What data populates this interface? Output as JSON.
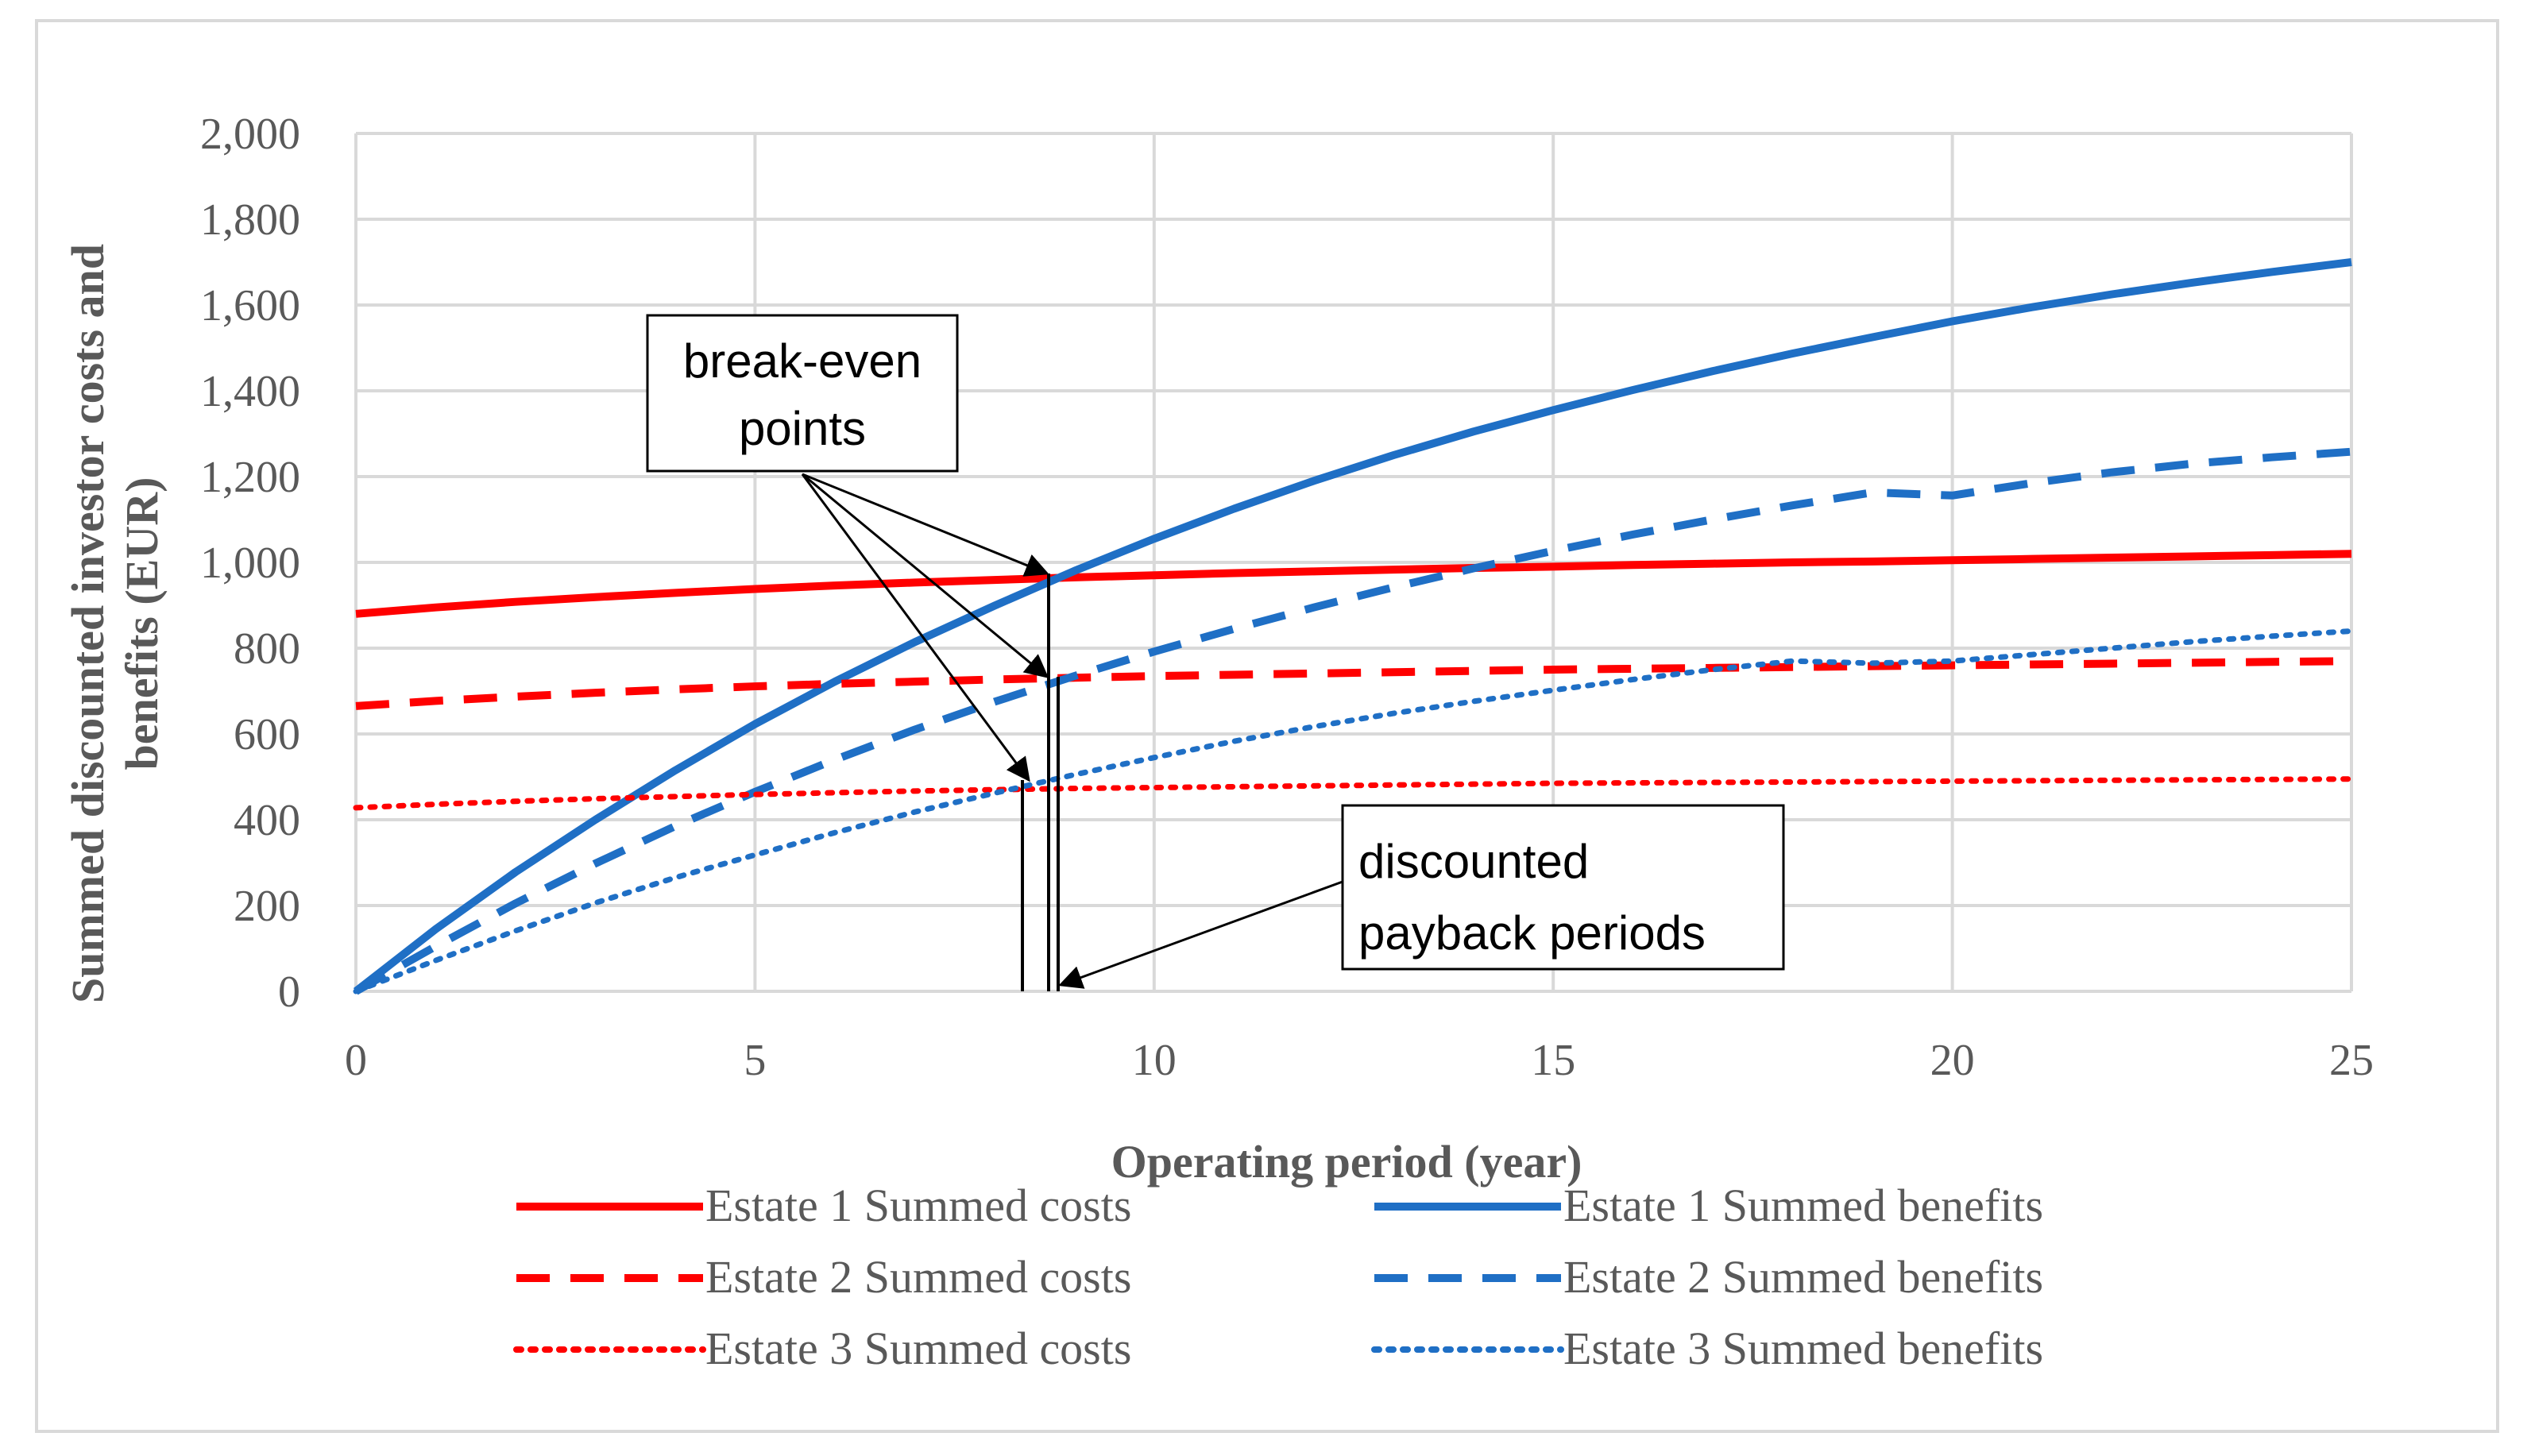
{
  "chart_data": {
    "type": "line",
    "title": "",
    "xlabel": "Operating period (year)",
    "ylabel": "Summed discounted investor costs and benefits (EUR)",
    "xlim": [
      0,
      25
    ],
    "ylim": [
      0,
      2000
    ],
    "x_ticks": [
      "0",
      "5",
      "10",
      "15",
      "20",
      "25"
    ],
    "y_ticks": [
      "0",
      "200",
      "400",
      "600",
      "800",
      "1,000",
      "1,200",
      "1,400",
      "1,600",
      "1,800",
      "2,000"
    ],
    "grid": true,
    "legend_position": "bottom",
    "x": [
      0,
      1,
      2,
      3,
      4,
      5,
      6,
      7,
      8,
      9,
      10,
      11,
      12,
      13,
      14,
      15,
      16,
      17,
      18,
      19,
      20,
      21,
      22,
      23,
      24,
      25
    ],
    "series": [
      {
        "name": "Estate 1 Summed costs",
        "color": "#ff0000",
        "style": "solid",
        "values": [
          880,
          895,
          908,
          919,
          929,
          938,
          946,
          953,
          959,
          965,
          970,
          975,
          979,
          983,
          987,
          990,
          994,
          997,
          1000,
          1002,
          1005,
          1008,
          1011,
          1014,
          1017,
          1020
        ]
      },
      {
        "name": "Estate 1 Summed benefits",
        "color": "#1f6fc5",
        "style": "solid",
        "values": [
          0,
          145,
          278,
          400,
          515,
          623,
          722,
          814,
          899,
          980,
          1055,
          1125,
          1190,
          1250,
          1305,
          1355,
          1402,
          1446,
          1487,
          1525,
          1562,
          1595,
          1625,
          1652,
          1677,
          1700
        ]
      },
      {
        "name": "Estate 2 Summed costs",
        "color": "#ff0000",
        "style": "dashed",
        "values": [
          665,
          677,
          687,
          696,
          704,
          711,
          717,
          722,
          727,
          731,
          735,
          738,
          741,
          744,
          747,
          750,
          752,
          754,
          756,
          758,
          760,
          762,
          764,
          766,
          768,
          770
        ]
      },
      {
        "name": "Estate 2 Summed benefits",
        "color": "#1f6fc5",
        "style": "dashed",
        "values": [
          0,
          105,
          205,
          298,
          385,
          465,
          540,
          610,
          675,
          735,
          792,
          845,
          895,
          942,
          986,
          1027,
          1065,
          1100,
          1133,
          1163,
          1156,
          1185,
          1210,
          1230,
          1245,
          1258
        ]
      },
      {
        "name": "Estate 3 Summed costs",
        "color": "#ff0000",
        "style": "dotted",
        "values": [
          428,
          436,
          443,
          449,
          454,
          459,
          463,
          467,
          470,
          473,
          475,
          477,
          479,
          481,
          483,
          485,
          486,
          487,
          488,
          489,
          490,
          491,
          492,
          493,
          494,
          495
        ]
      },
      {
        "name": "Estate 3 Summed benefits",
        "color": "#1f6fc5",
        "style": "dotted",
        "values": [
          0,
          72,
          141,
          206,
          265,
          318,
          370,
          418,
          462,
          505,
          545,
          583,
          617,
          648,
          676,
          702,
          727,
          750,
          770,
          765,
          770,
          785,
          800,
          815,
          828,
          840
        ]
      }
    ],
    "annotations": [
      {
        "text_lines": [
          "break-even",
          "points"
        ]
      },
      {
        "text_lines": [
          "discounted",
          "payback periods"
        ]
      }
    ]
  }
}
